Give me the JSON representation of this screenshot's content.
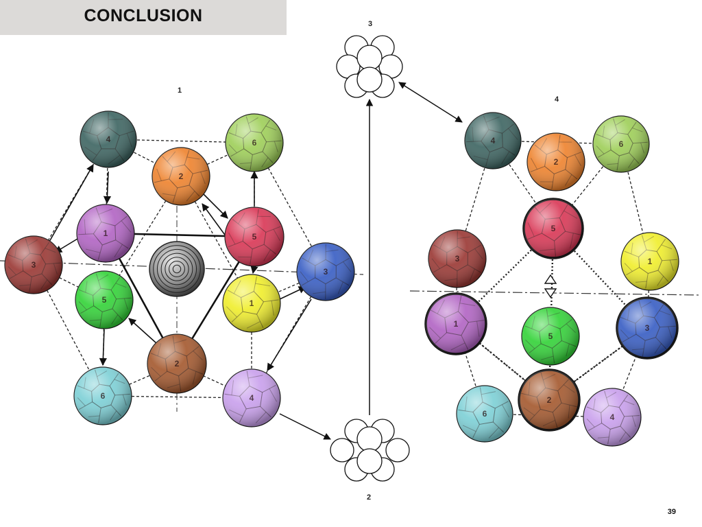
{
  "title": "CONCLUSION",
  "page_number": "39",
  "figure_labels": {
    "fig1": "1",
    "fig2": "2",
    "fig3": "3",
    "fig4": "4"
  },
  "colors": {
    "dark_teal": "#3f6663",
    "orange": "#ee8430",
    "light_green": "#9fcf5a",
    "purple": "#b265c4",
    "crimson": "#d93957",
    "maroon": "#9b3a36",
    "bright_green": "#35d33a",
    "yellow": "#f0ee2e",
    "blue": "#3a5fc4",
    "brown": "#a55a30",
    "cyan": "#7ed0d6",
    "lavender": "#c9a0ec",
    "gray_center": "#8a8a8a"
  },
  "diagram1": {
    "spheres": [
      {
        "id": "d1-teal",
        "label": "4",
        "color": "dark_teal"
      },
      {
        "id": "d1-orange",
        "label": "2",
        "color": "orange"
      },
      {
        "id": "d1-lgreen",
        "label": "6",
        "color": "light_green"
      },
      {
        "id": "d1-purple",
        "label": "1",
        "color": "purple"
      },
      {
        "id": "d1-crimson",
        "label": "5",
        "color": "crimson"
      },
      {
        "id": "d1-maroon",
        "label": "3",
        "color": "maroon"
      },
      {
        "id": "d1-center",
        "label": "",
        "color": "gray_center"
      },
      {
        "id": "d1-blue",
        "label": "3",
        "color": "blue"
      },
      {
        "id": "d1-bgreen",
        "label": "5",
        "color": "bright_green"
      },
      {
        "id": "d1-yellow",
        "label": "1",
        "color": "yellow"
      },
      {
        "id": "d1-brown",
        "label": "2",
        "color": "brown"
      },
      {
        "id": "d1-cyan",
        "label": "6",
        "color": "cyan"
      },
      {
        "id": "d1-lavender",
        "label": "4",
        "color": "lavender"
      }
    ]
  },
  "diagram4": {
    "spheres": [
      {
        "id": "d4-teal",
        "label": "4",
        "color": "dark_teal"
      },
      {
        "id": "d4-orange",
        "label": "2",
        "color": "orange"
      },
      {
        "id": "d4-lgreen",
        "label": "6",
        "color": "light_green"
      },
      {
        "id": "d4-crimson",
        "label": "5",
        "color": "crimson"
      },
      {
        "id": "d4-maroon",
        "label": "3",
        "color": "maroon"
      },
      {
        "id": "d4-yellow",
        "label": "1",
        "color": "yellow"
      },
      {
        "id": "d4-purple",
        "label": "1",
        "color": "purple"
      },
      {
        "id": "d4-bgreen",
        "label": "5",
        "color": "bright_green"
      },
      {
        "id": "d4-blue",
        "label": "3",
        "color": "blue"
      },
      {
        "id": "d4-cyan",
        "label": "6",
        "color": "cyan"
      },
      {
        "id": "d4-brown",
        "label": "2",
        "color": "brown"
      },
      {
        "id": "d4-lavender",
        "label": "4",
        "color": "lavender"
      }
    ]
  }
}
